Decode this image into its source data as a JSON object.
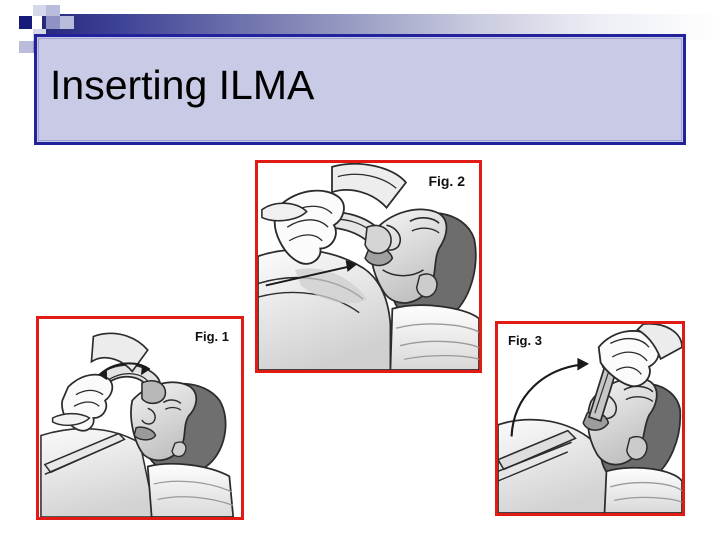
{
  "slide": {
    "title": "Inserting ILMA",
    "background_color": "#ffffff",
    "title_box": {
      "fill": "#c9cbe6",
      "border_color": "#22239c"
    },
    "header_gradient": {
      "from": "#26287a",
      "to": "#ffffff"
    },
    "decor_squares": [
      {
        "name": "square-dark",
        "color": "#161a7a"
      },
      {
        "name": "square-mid",
        "color": "#8e92c4"
      },
      {
        "name": "square-light",
        "color": "#b9bcdb"
      },
      {
        "name": "square-pale",
        "color": "#d6d8ea"
      }
    ]
  },
  "figures": [
    {
      "id": "fig1",
      "label": "Fig. 1",
      "border_color": "#e01b15",
      "caption_alt": "Hand holding the intubating laryngeal mask airway above a supine patient's face, arrow showing rotation of the device toward the mouth"
    },
    {
      "id": "fig2",
      "label": "Fig. 2",
      "border_color": "#e01b15",
      "caption_alt": "ILMA cuff being slid along the hard palate into the patient's pharynx, arrow indicating downward direction of insertion"
    },
    {
      "id": "fig3",
      "label": "Fig. 3",
      "border_color": "#e01b15",
      "caption_alt": "ILMA fully seated with the metal handle grasped, curved arrow showing the swing of the handle into final position"
    }
  ]
}
